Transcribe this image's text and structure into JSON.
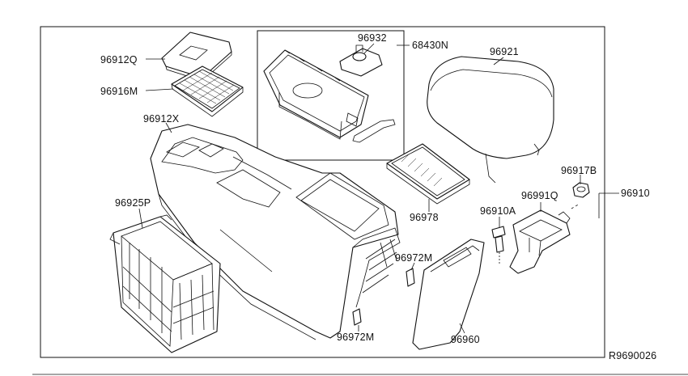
{
  "diagram": {
    "catalog_id": "R9690026",
    "parts": {
      "p96912Q": "96912Q",
      "p96916M": "96916M",
      "p96912X": "96912X",
      "p96932": "96932",
      "p68430N": "68430N",
      "p96921": "96921",
      "p96917B": "96917B",
      "p96910": "96910",
      "p96991Q": "96991Q",
      "p96910A": "96910A",
      "p96925P": "96925P",
      "p96978": "96978",
      "p96972M_upper": "96972M",
      "p96972M_lower": "96972M",
      "p96960": "96960"
    }
  }
}
